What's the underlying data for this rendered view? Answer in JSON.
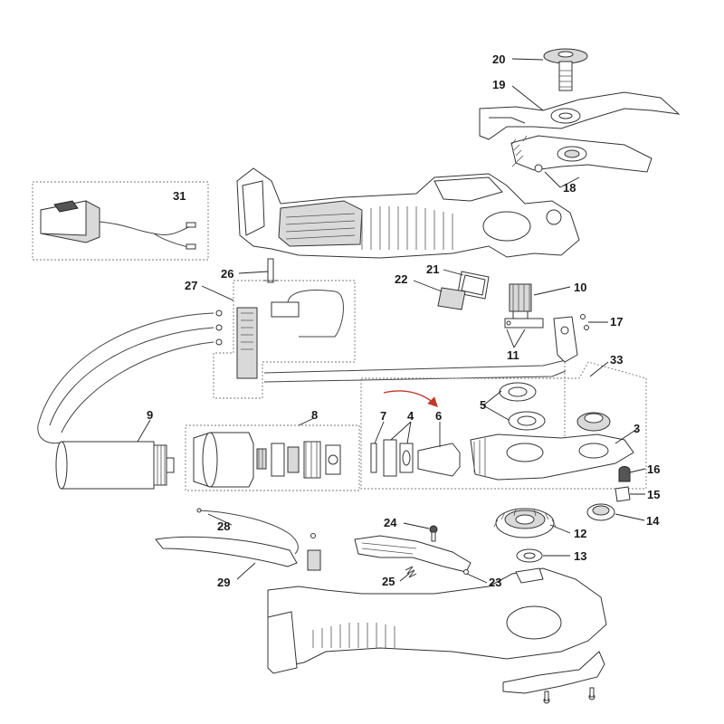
{
  "diagram": {
    "callouts": [
      {
        "id": "c20",
        "text": "20"
      },
      {
        "id": "c19",
        "text": "19"
      },
      {
        "id": "c18",
        "text": "18"
      },
      {
        "id": "c31",
        "text": "31"
      },
      {
        "id": "c26",
        "text": "26"
      },
      {
        "id": "c27",
        "text": "27"
      },
      {
        "id": "c22",
        "text": "22"
      },
      {
        "id": "c21",
        "text": "21"
      },
      {
        "id": "c10",
        "text": "10"
      },
      {
        "id": "c17",
        "text": "17"
      },
      {
        "id": "c11",
        "text": "11"
      },
      {
        "id": "c33",
        "text": "33"
      },
      {
        "id": "c9",
        "text": "9"
      },
      {
        "id": "c8",
        "text": "8"
      },
      {
        "id": "c7",
        "text": "7"
      },
      {
        "id": "c4",
        "text": "4"
      },
      {
        "id": "c6",
        "text": "6"
      },
      {
        "id": "c5",
        "text": "5"
      },
      {
        "id": "c3",
        "text": "3"
      },
      {
        "id": "c16",
        "text": "16"
      },
      {
        "id": "c15",
        "text": "15"
      },
      {
        "id": "c14",
        "text": "14"
      },
      {
        "id": "c12",
        "text": "12"
      },
      {
        "id": "c13",
        "text": "13"
      },
      {
        "id": "c24",
        "text": "24"
      },
      {
        "id": "c28",
        "text": "28"
      },
      {
        "id": "c29",
        "text": "29"
      },
      {
        "id": "c25",
        "text": "25"
      },
      {
        "id": "c23",
        "text": "23"
      }
    ],
    "colors": {
      "line": "#333333",
      "highlight_arrow": "#c0392b",
      "fill_grey": "#d9d9d9"
    }
  }
}
